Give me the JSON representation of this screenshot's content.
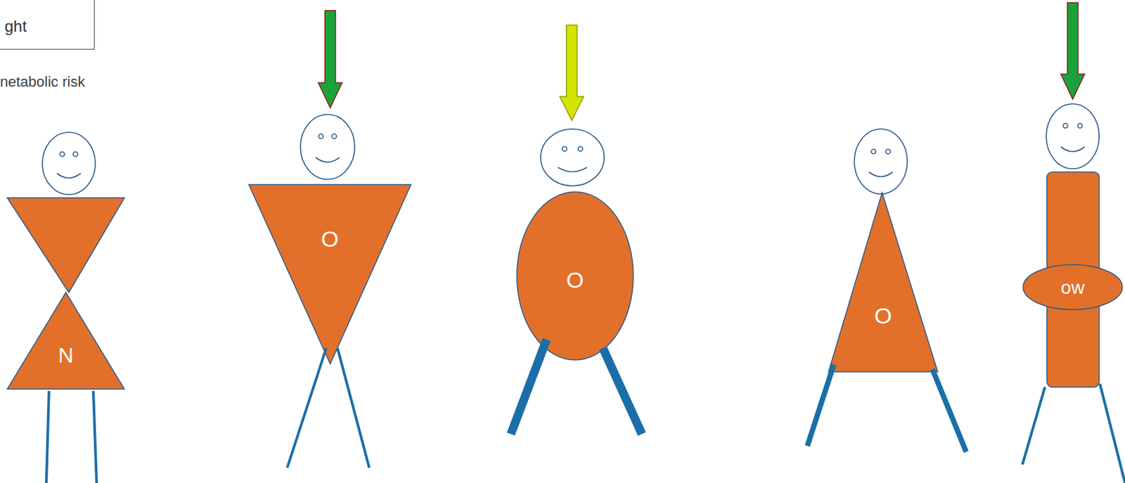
{
  "diagram": {
    "nodes": [
      {
        "text": [
          "ght"
        ]
      },
      {
        "text": [
          "N"
        ]
      },
      {
        "text": [
          "O"
        ]
      },
      {
        "text": [
          "O"
        ]
      },
      {
        "text": [
          "O"
        ]
      },
      {
        "text": [
          "ow"
        ]
      }
    ],
    "labels": [
      "netabolic risk"
    ]
  }
}
